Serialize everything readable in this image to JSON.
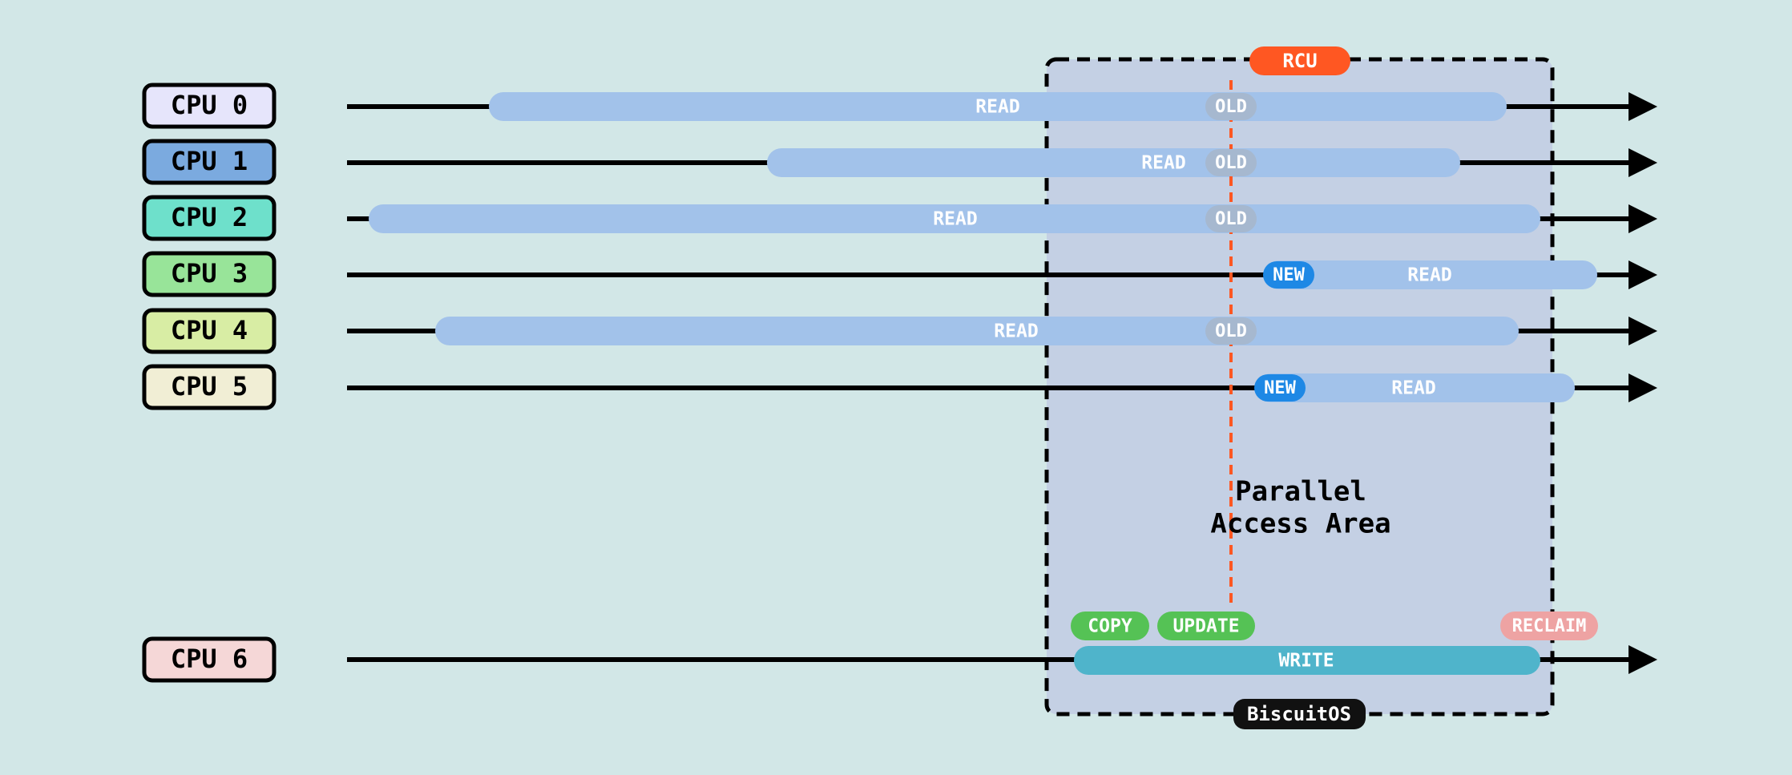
{
  "rcu_label": "RCU",
  "area_label": [
    "Parallel",
    "Access Area"
  ],
  "footer_label": "BiscuitOS",
  "colors": {
    "background": "#d2e7e7",
    "timeline": "#000000",
    "read_bar": "#a2c2ea",
    "old_badge": "#a6b8cf",
    "new_badge": "#1e88e5",
    "rcu_badge": "#ff5722",
    "rcu_line": "#ff5722",
    "area_fill": "#c4d0e4",
    "copy_badge": "#55c255",
    "update_badge": "#55c255",
    "reclaim_badge": "#eea3a3",
    "write_bar": "#4fb4cb",
    "footer_badge": "#111111"
  },
  "cpus": [
    {
      "label": "CPU 0",
      "color": "#e6e5fb",
      "read_label": "READ",
      "marker": "OLD"
    },
    {
      "label": "CPU 1",
      "color": "#7baadf",
      "read_label": "READ",
      "marker": "OLD"
    },
    {
      "label": "CPU 2",
      "color": "#6ee0cb",
      "read_label": "READ",
      "marker": "OLD"
    },
    {
      "label": "CPU 3",
      "color": "#98e499",
      "read_label": "READ",
      "marker": "NEW"
    },
    {
      "label": "CPU 4",
      "color": "#d8eda4",
      "read_label": "READ",
      "marker": "OLD"
    },
    {
      "label": "CPU 5",
      "color": "#f1eed5",
      "read_label": "READ",
      "marker": "NEW"
    }
  ],
  "writer": {
    "label": "CPU 6",
    "color": "#f5d7d7",
    "write_label": "WRITE",
    "copy_label": "COPY",
    "update_label": "UPDATE",
    "reclaim_label": "RECLAIM"
  }
}
